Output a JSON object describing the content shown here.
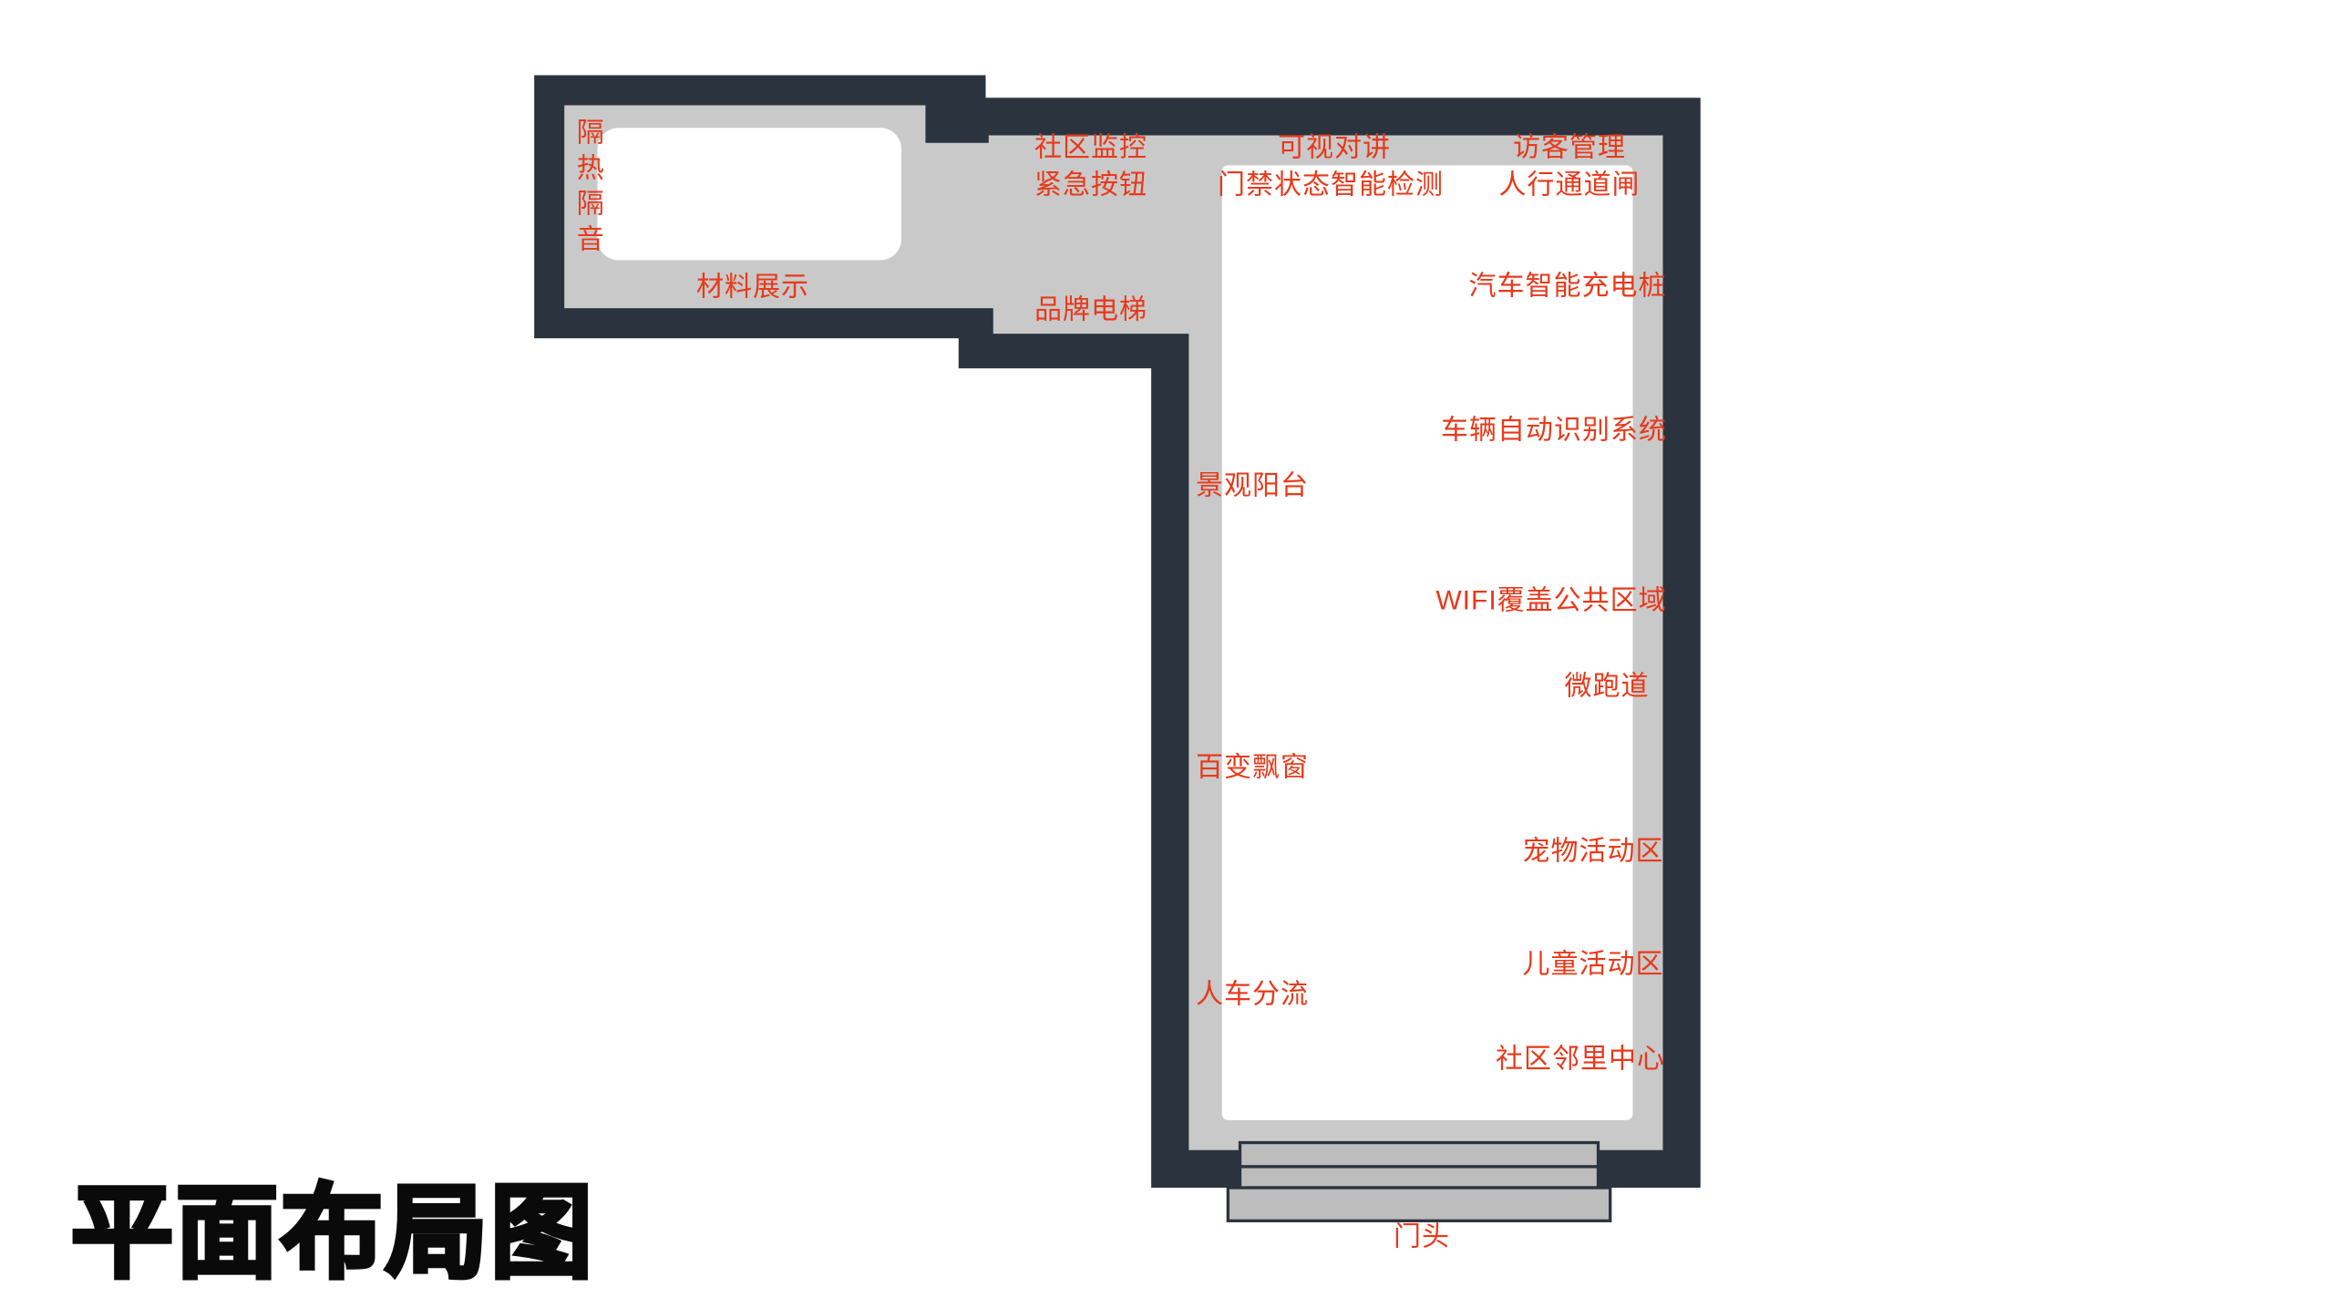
{
  "page_title": "平面布局图",
  "plan": {
    "colors": {
      "wall": "#2b343e",
      "floor_band": "#c9c9c9",
      "interior": "#ffffff",
      "label_red": "#e8391a",
      "steps": "#bdbdbd"
    },
    "labels": {
      "insulation": "隔热隔音",
      "material_display": "材料展示",
      "community_monitoring": "社区监控",
      "emergency_button": "紧急按钮",
      "video_intercom": "可视对讲",
      "access_detection": "门禁状态智能检测",
      "visitor_management": "访客管理",
      "pedestrian_gate": "人行通道闸",
      "brand_elevator": "品牌电梯",
      "car_charging": "汽车智能充电桩",
      "vehicle_recognition": "车辆自动识别系统",
      "landscape_balcony": "景观阳台",
      "wifi_coverage": "WIFI覆盖公共区域",
      "micro_track": "微跑道",
      "bay_window": "百变飘窗",
      "pet_area": "宠物活动区",
      "children_area": "儿童活动区",
      "traffic_separation": "人车分流",
      "neighborhood_center": "社区邻里中心",
      "entrance": "门头"
    }
  }
}
